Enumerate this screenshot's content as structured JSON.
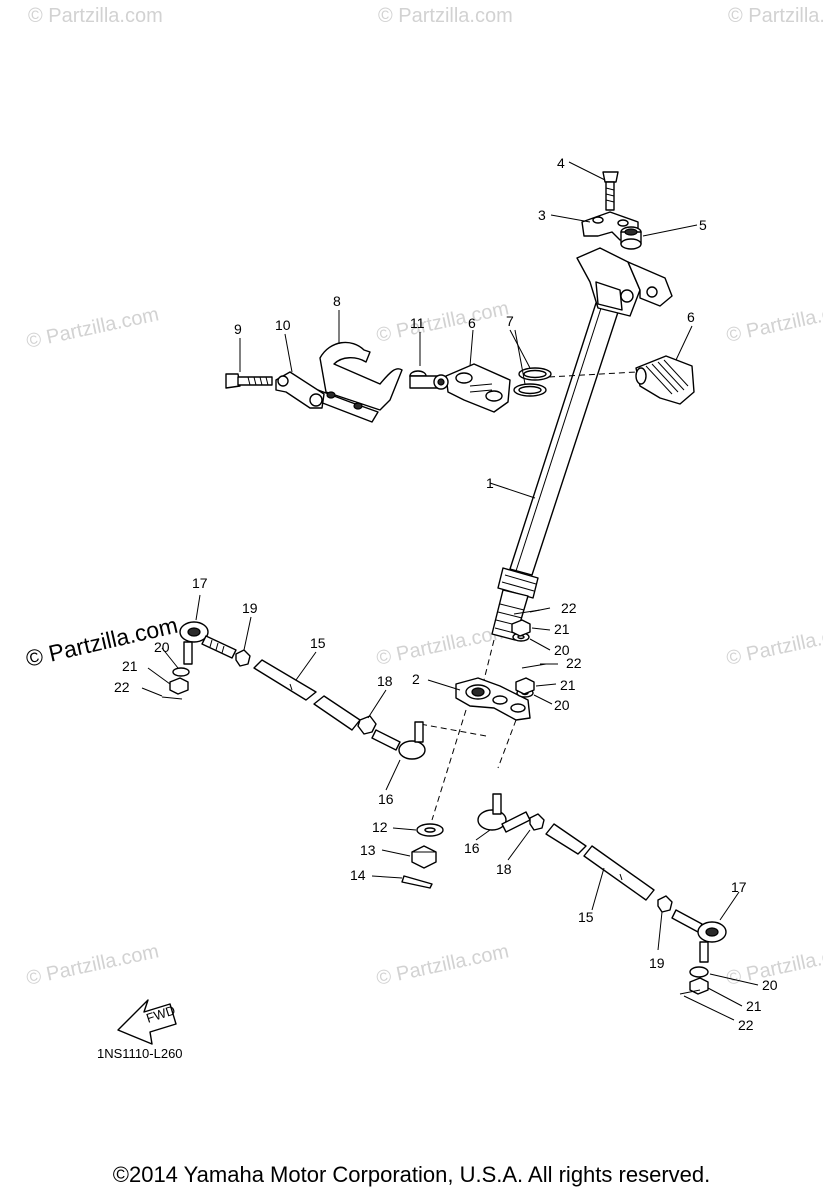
{
  "watermark": {
    "text": "© Partzilla.com",
    "prominent_text": "© Partzilla.com"
  },
  "diagram_code": "1NS1110-L260",
  "fwd_label": "FWD",
  "copyright": "©2014 Yamaha Motor Corporation, U.S.A. All rights reserved.",
  "callouts": [
    "1",
    "2",
    "3",
    "4",
    "5",
    "6",
    "6",
    "7",
    "8",
    "9",
    "10",
    "11",
    "12",
    "13",
    "14",
    "15",
    "15",
    "16",
    "16",
    "17",
    "17",
    "18",
    "18",
    "19",
    "19",
    "20",
    "20",
    "20",
    "21",
    "21",
    "21",
    "22",
    "22",
    "22"
  ]
}
